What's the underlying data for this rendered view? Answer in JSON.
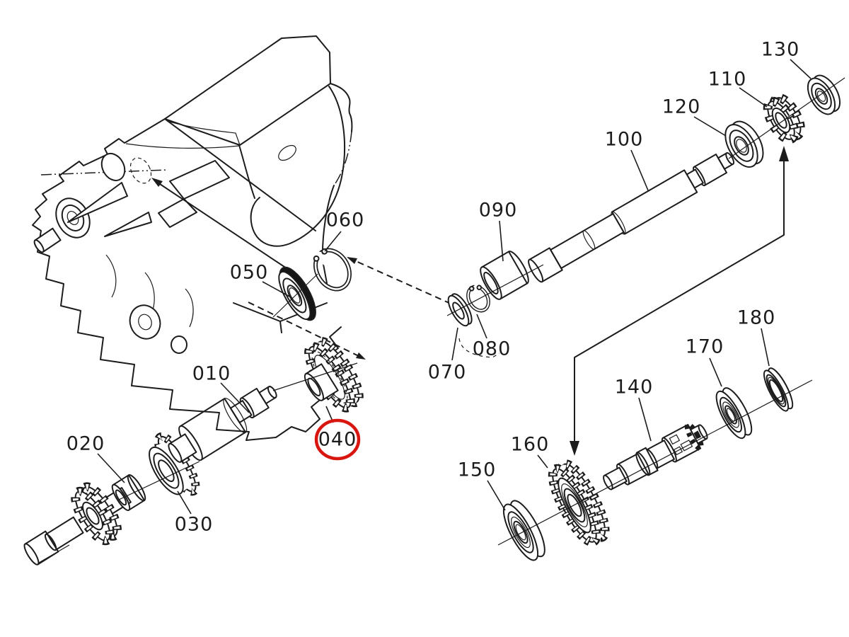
{
  "diagram": {
    "kind": "exploded-parts-diagram",
    "highlighted_ref": "040"
  },
  "colors": {
    "ink": "#1c1c1c",
    "highlight": "#d9150f",
    "paper": "#ffffff"
  },
  "callouts": [
    {
      "ref": "010",
      "highlighted": false
    },
    {
      "ref": "020",
      "highlighted": false
    },
    {
      "ref": "030",
      "highlighted": false
    },
    {
      "ref": "040",
      "highlighted": true
    },
    {
      "ref": "050",
      "highlighted": false
    },
    {
      "ref": "060",
      "highlighted": false
    },
    {
      "ref": "070",
      "highlighted": false
    },
    {
      "ref": "080",
      "highlighted": false
    },
    {
      "ref": "090",
      "highlighted": false
    },
    {
      "ref": "100",
      "highlighted": false
    },
    {
      "ref": "110",
      "highlighted": false
    },
    {
      "ref": "120",
      "highlighted": false
    },
    {
      "ref": "130",
      "highlighted": false
    },
    {
      "ref": "140",
      "highlighted": false
    },
    {
      "ref": "150",
      "highlighted": false
    },
    {
      "ref": "160",
      "highlighted": false
    },
    {
      "ref": "170",
      "highlighted": false
    },
    {
      "ref": "180",
      "highlighted": false
    }
  ]
}
